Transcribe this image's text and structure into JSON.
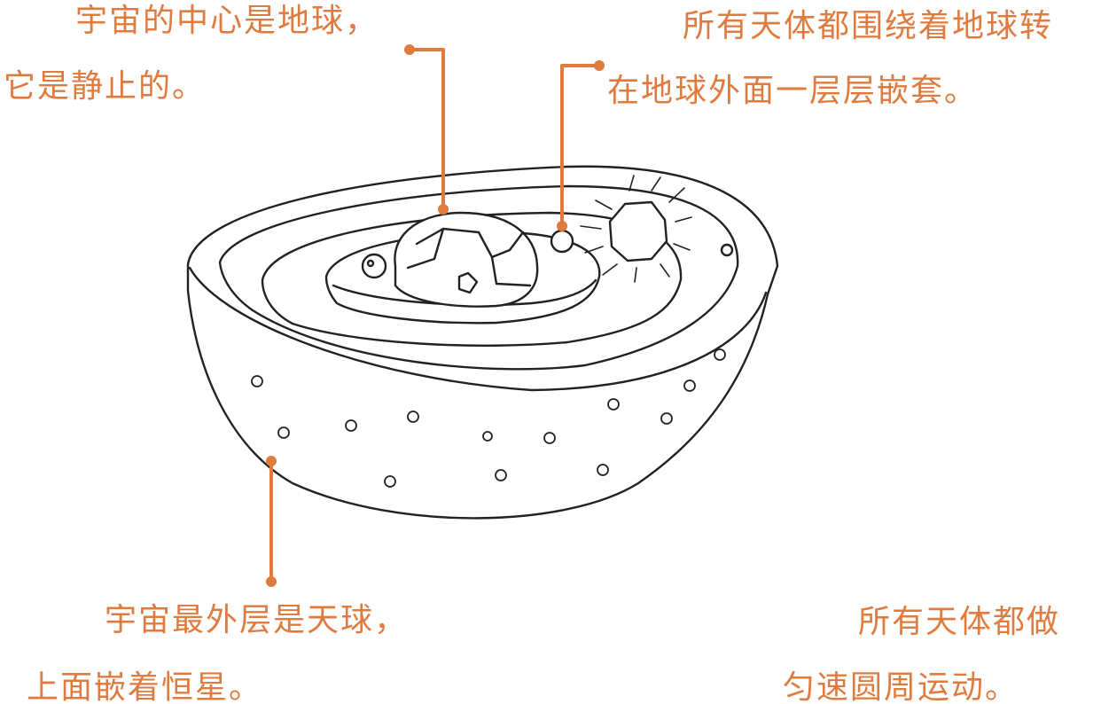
{
  "colors": {
    "accent": "#e07b3f",
    "ink": "#222222",
    "background": "#ffffff"
  },
  "annotations": {
    "earth_center": {
      "line1": "宇宙的中心是地球，",
      "line2": "它是静止的。"
    },
    "nested_spheres": {
      "line1": "所有天体都围绕着地球转",
      "line2": "在地球外面一层层嵌套。"
    },
    "celestial_sphere": {
      "line1": "宇宙最外层是天球，",
      "line2": "上面嵌着恒星。"
    },
    "uniform_motion": {
      "line1": "所有天体都做",
      "line2": "匀速圆周运动。"
    }
  },
  "illustration": {
    "subject": "geocentric-model-bowl",
    "icons": [
      "earth-icon",
      "moon-icon",
      "sun-icon",
      "planet-icon",
      "star-icon"
    ]
  }
}
